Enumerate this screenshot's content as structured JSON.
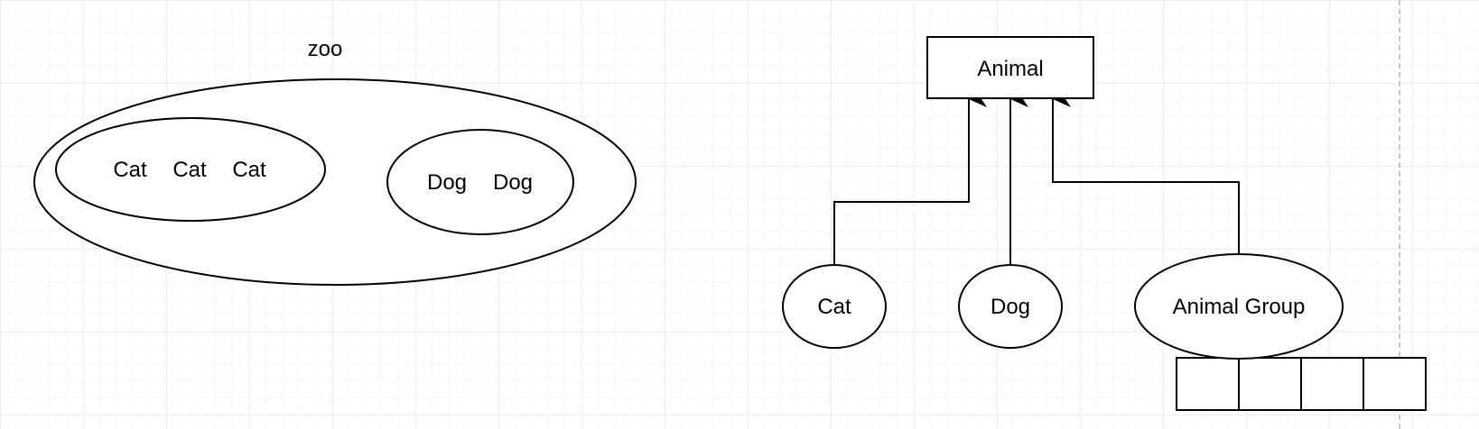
{
  "canvas": {
    "background": "#ffffff",
    "grid_color": "#e4e4e4",
    "page_break_color": "#b5b5b5",
    "stroke_color": "#000000"
  },
  "zoo": {
    "label": "zoo",
    "cat_group": [
      "Cat",
      "Cat",
      "Cat"
    ],
    "dog_group": [
      "Dog",
      "Dog"
    ]
  },
  "hierarchy": {
    "parent": "Animal",
    "children": [
      "Cat",
      "Dog",
      "Animal Group"
    ],
    "group_slots": 4
  }
}
